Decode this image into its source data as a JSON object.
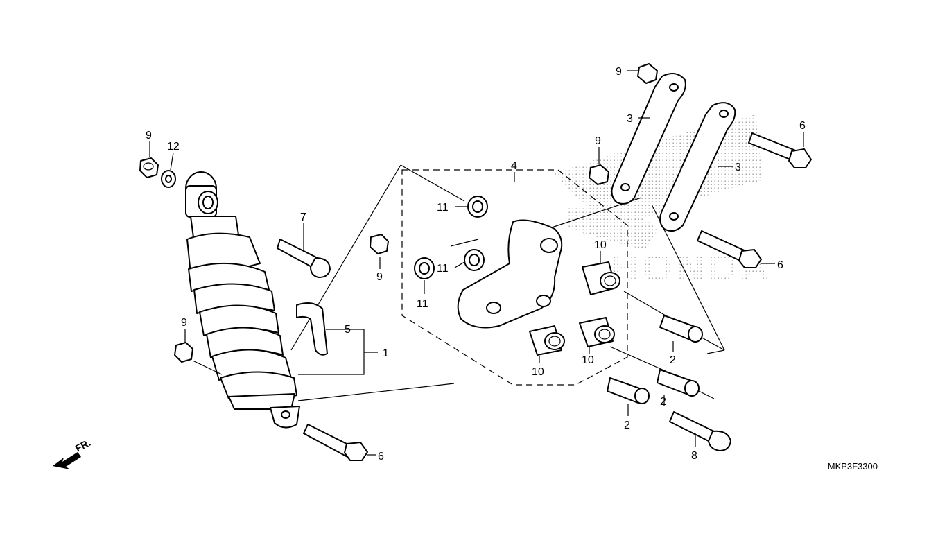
{
  "diagram": {
    "drawing_code": "MKP3F3300",
    "direction_marker": "FR.",
    "watermark": "HONDA"
  },
  "callouts": {
    "c1": "1",
    "c2a": "2",
    "c2b": "2",
    "c2c": "2",
    "c3a": "3",
    "c3b": "3",
    "c4": "4",
    "c5": "5",
    "c6a": "6",
    "c6b": "6",
    "c6c": "6",
    "c7": "7",
    "c8": "8",
    "c9a": "9",
    "c9b": "9",
    "c9c": "9",
    "c9d": "9",
    "c9e": "9",
    "c10a": "10",
    "c10b": "10",
    "c10c": "10",
    "c11a": "11",
    "c11b": "11",
    "c11c": "11",
    "c12": "12"
  }
}
